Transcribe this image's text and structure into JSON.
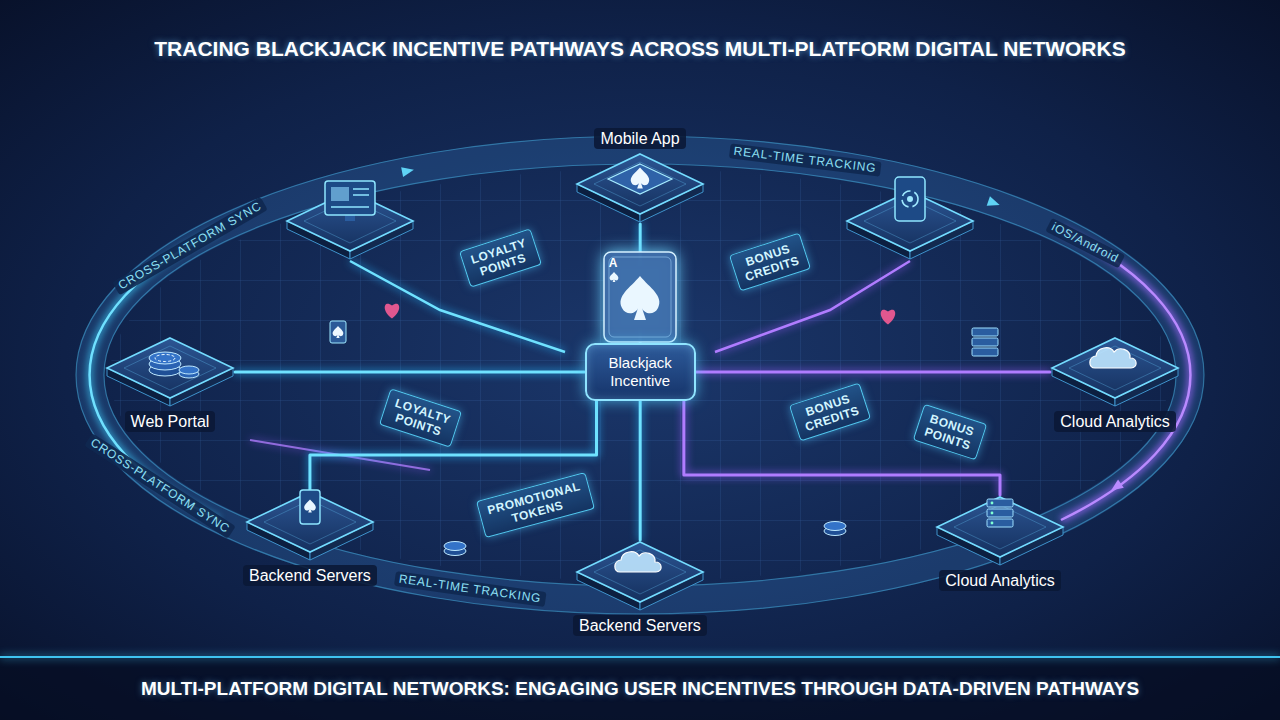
{
  "diagram": {
    "title": "TRACING BLACKJACK INCENTIVE PATHWAYS ACROSS MULTI-PLATFORM DIGITAL NETWORKS",
    "caption": "MULTI-PLATFORM DIGITAL NETWORKS: ENGAGING USER INCENTIVES THROUGH DATA-DRIVEN PATHWAYS",
    "nodes": [
      {
        "text": [
          "Mobile App"
        ]
      },
      {
        "text": [
          "LOYALTY POINTS"
        ]
      },
      {
        "text": [
          "BONUS CREDITS"
        ]
      },
      {
        "text": [
          "Web Portal"
        ]
      },
      {
        "text": [
          "Blackjack Incentive"
        ]
      },
      {
        "text": [
          "Cloud Analytics"
        ]
      },
      {
        "text": [
          "LOYALTY POINTS"
        ]
      },
      {
        "text": [
          "BONUS CREDITS"
        ]
      },
      {
        "text": [
          "BONUS POINTS"
        ]
      },
      {
        "text": [
          "PROMOTIONAL TOKENS"
        ]
      },
      {
        "text": [
          "Backend Servers"
        ]
      },
      {
        "text": [
          "Backend Servers"
        ]
      },
      {
        "text": [
          "Cloud Analytics"
        ]
      }
    ],
    "edges": [
      {
        "from": 4,
        "to": 0,
        "arrow": "none"
      },
      {
        "from": 4,
        "to": 3,
        "arrow": "none"
      },
      {
        "from": 4,
        "to": 5,
        "arrow": "none"
      },
      {
        "from": 4,
        "to": 10,
        "arrow": "none"
      },
      {
        "from": 4,
        "to": 11,
        "arrow": "none"
      },
      {
        "from": 4,
        "to": 12,
        "arrow": "none"
      }
    ],
    "labels": [
      "REAL-TIME TRACKING",
      "CROSS-PLATFORM SYNC",
      "iOS/Android",
      "A",
      "CROSS-PLATFORM SYNC",
      "REAL-TIME TRACKING"
    ]
  }
}
